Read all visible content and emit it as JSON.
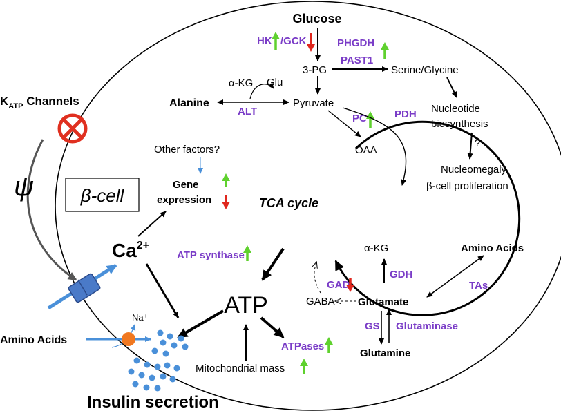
{
  "labels": {
    "glucose": "Glucose",
    "hk": "HK",
    "gck": "/GCK",
    "phgdh": "PHGDH",
    "past1": "PAST1",
    "three_pg": "3-PG",
    "serine_glycine": "Serine/Glycine",
    "akg_top": "α-KG",
    "glu": "Glu",
    "alanine": "Alanine",
    "alt": "ALT",
    "pyruvate": "Pyruvate",
    "pc": "PC",
    "pdh": "PDH",
    "nucleotide_line1": "Nucleotide",
    "nucleotide_line2": "biosynthesis",
    "question": "?",
    "nucleomegaly": "Nucleomegaly",
    "proliferation": "β-cell proliferation",
    "katp_k": "K",
    "katp_sub": "ATP",
    "katp_rest": " Channels",
    "psi": "ψ",
    "beta_cell": "β-cell",
    "other_factors": "Other factors?",
    "gene": "Gene",
    "expression": "expression",
    "oaa": "OAA",
    "tca_cycle": "TCA cycle",
    "ca": "Ca",
    "ca_sup": "2+",
    "atp_synthase": "ATP synthase",
    "akg_right": "α-KG",
    "amino_acids_right": "Amino Acids",
    "gdh": "GDH",
    "tas": "TAs",
    "gad": "GAD",
    "gaba": "GABA",
    "glutamate": "Glutamate",
    "atp": "ATP",
    "gs": "GS",
    "glutaminase": "Glutaminase",
    "glutamine": "Glutamine",
    "atpases": "ATPases",
    "na": "Na⁺",
    "amino_acids_left": "Amino Acids",
    "mito_mass": "Mitochondrial mass",
    "insulin_secretion": "Insulin secretion"
  },
  "colors": {
    "enzyme": "#7a3cc7",
    "up_arrow": "#5fd12e",
    "down_arrow": "#e0271e",
    "blue": "#4a90d9",
    "transporter": "#f07820",
    "inhibit": "#e03020"
  },
  "regulation": {
    "up": [
      "HK",
      "PHGDH",
      "PC",
      "Gene expression",
      "ATP synthase",
      "ATPases",
      "Mitochondrial mass"
    ],
    "down": [
      "GCK",
      "Gene expression",
      "GAD"
    ]
  }
}
